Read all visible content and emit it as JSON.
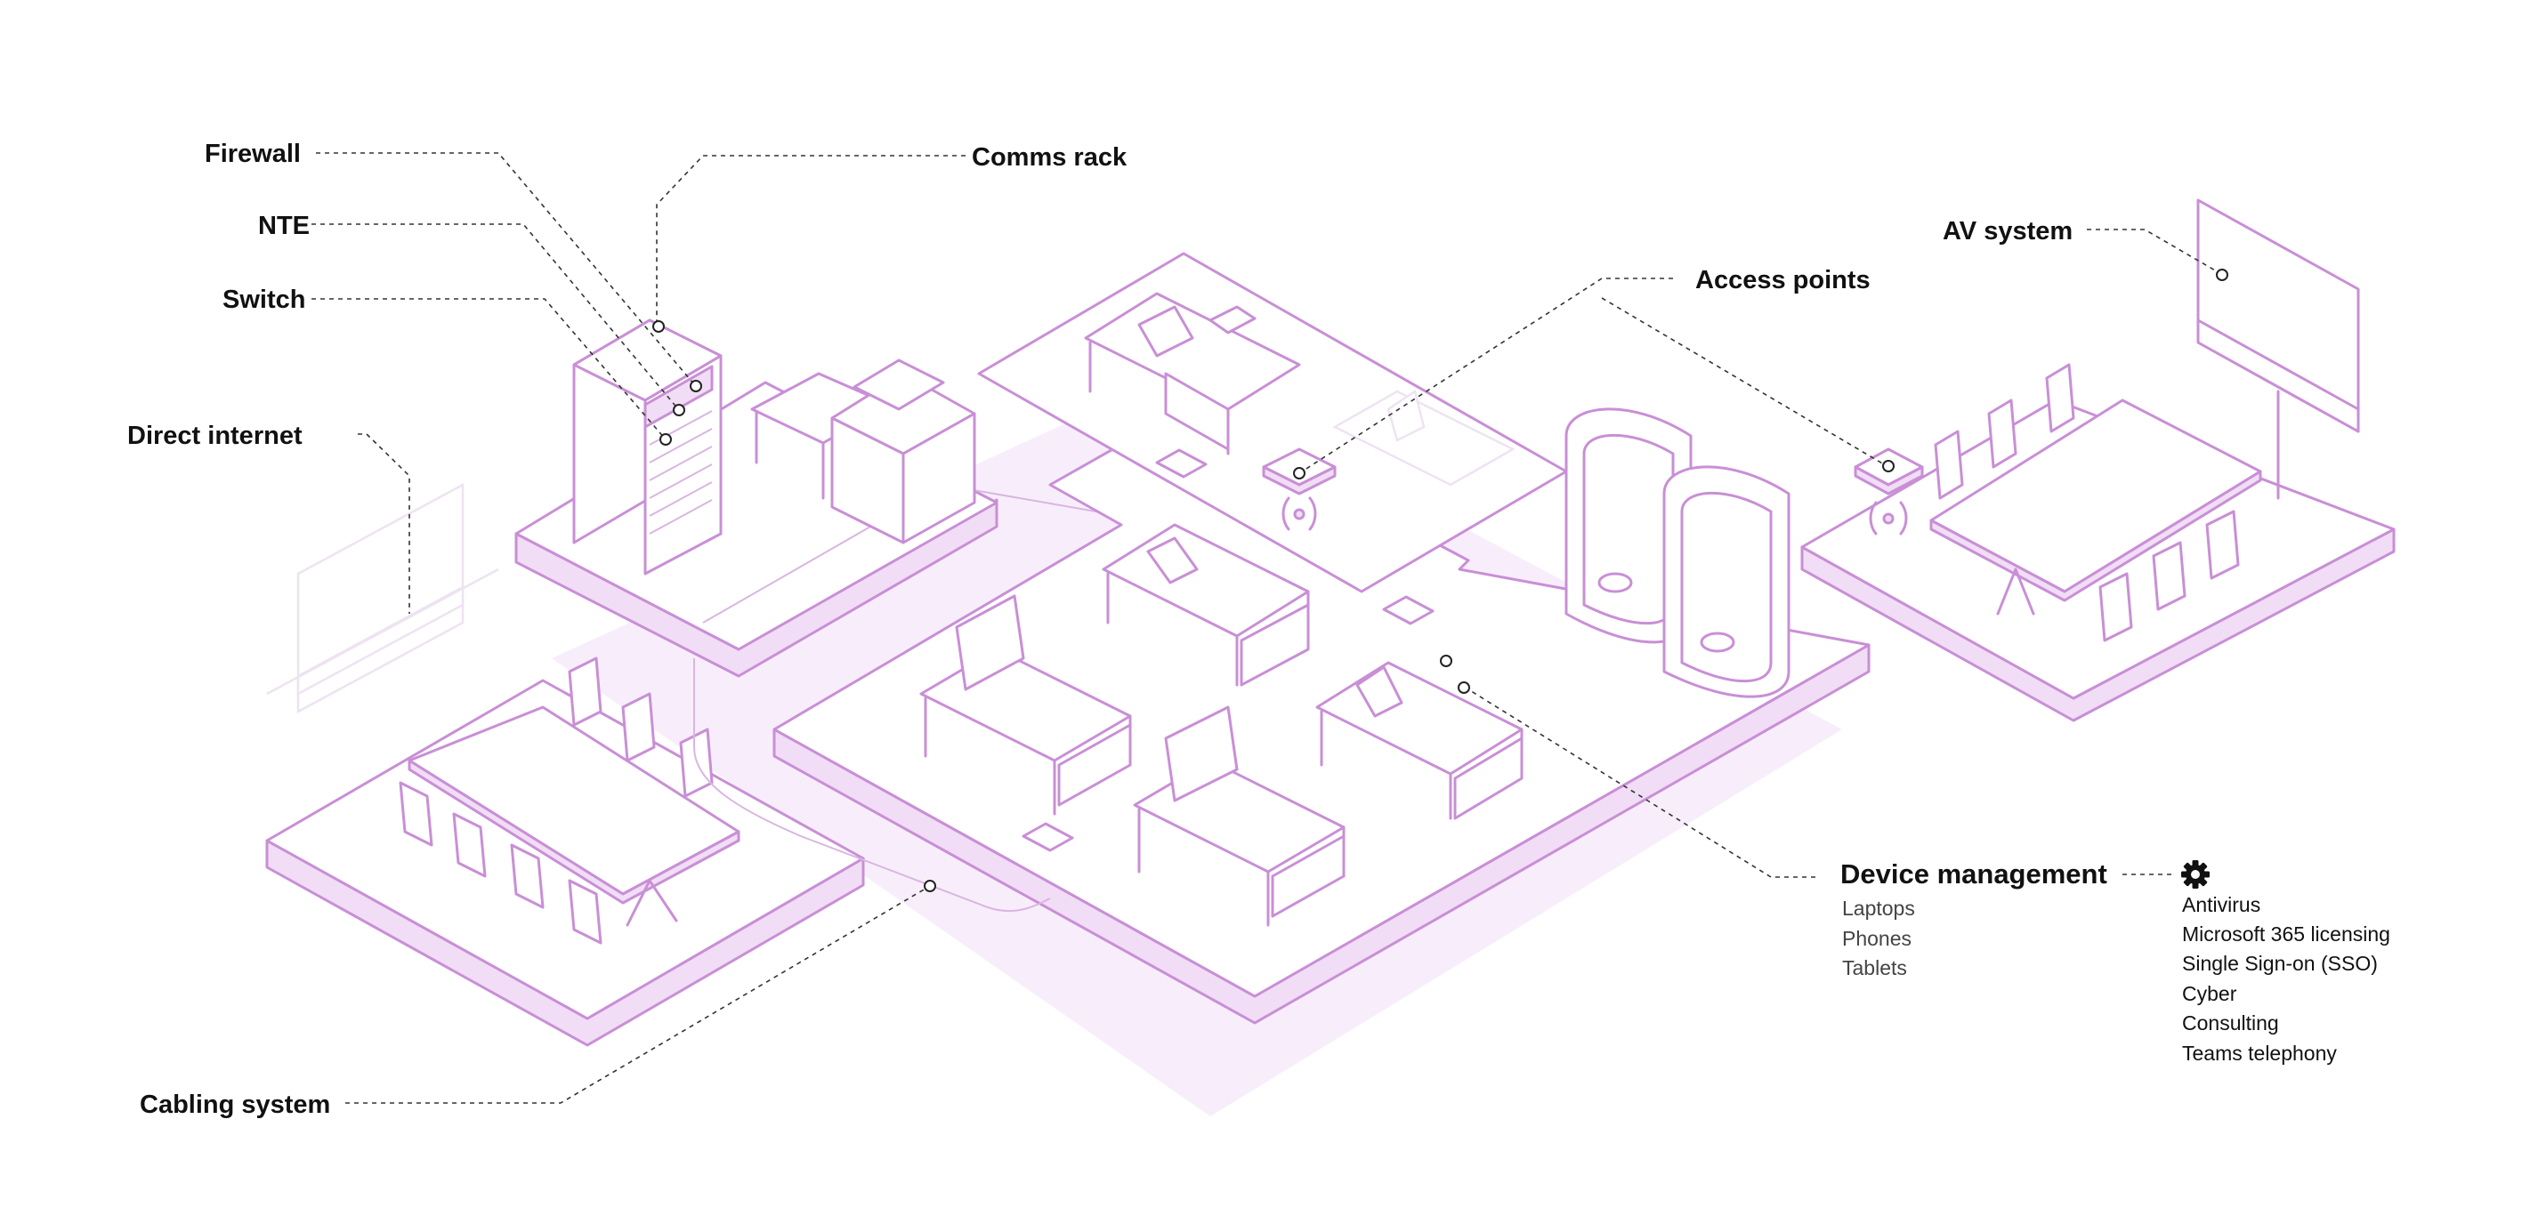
{
  "labels": {
    "firewall": "Firewall",
    "nte": "NTE",
    "switch": "Switch",
    "direct_internet": "Direct internet",
    "comms_rack": "Comms rack",
    "access_points": "Access points",
    "av_system": "AV system",
    "cabling_system": "Cabling system",
    "device_management": "Device management"
  },
  "device_management": {
    "devices": [
      "Laptops",
      "Phones",
      "Tablets"
    ],
    "services": [
      "Antivirus",
      "Microsoft 365 licensing",
      "Single Sign-on (SSO)",
      "Cyber",
      "Consulting",
      "Teams telephony"
    ]
  },
  "icons": {
    "services": "gear-icon"
  },
  "colors": {
    "accent": "#c98fd6",
    "accent_fill": "#f1ddf5",
    "text": "#111111"
  }
}
